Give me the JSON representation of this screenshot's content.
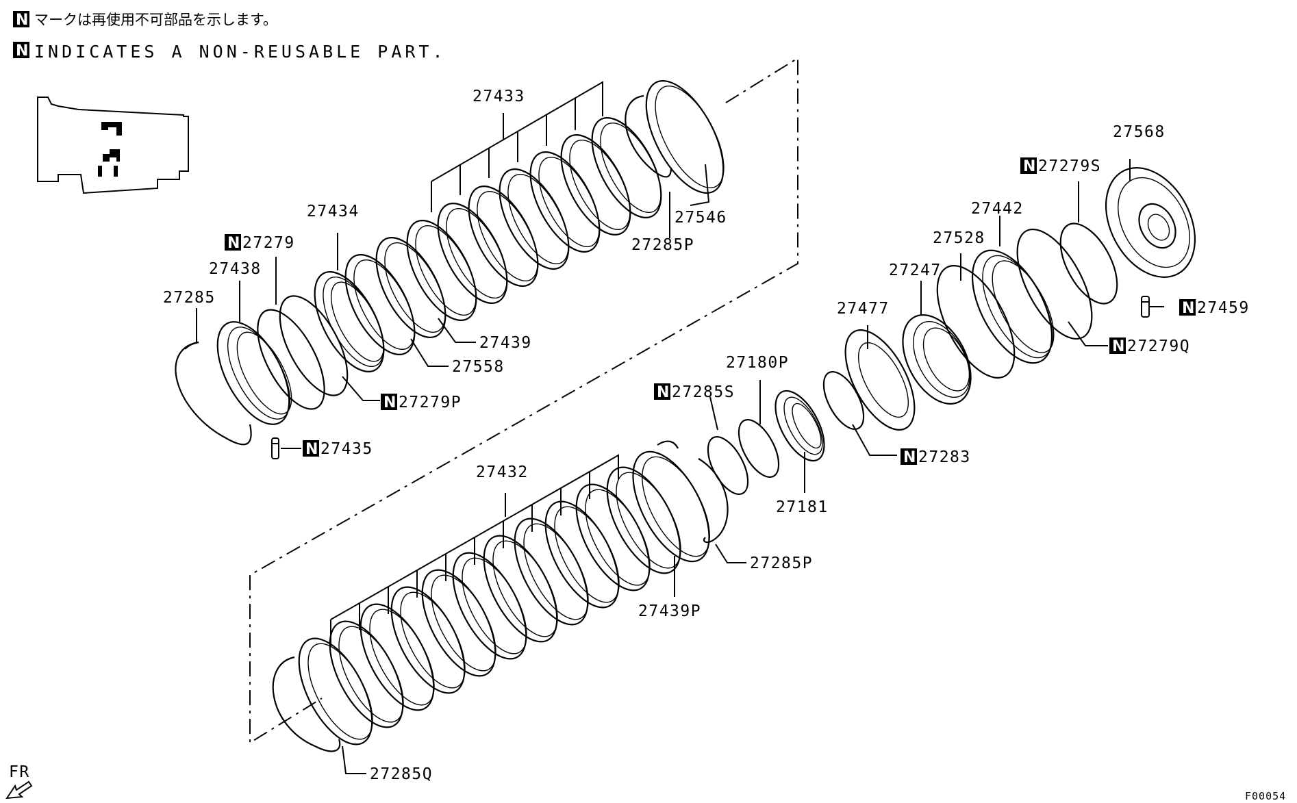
{
  "notes": {
    "n_symbol": "N",
    "japanese": "マークは再使用不可部品を示します。",
    "english": "INDICATES A NON-REUSABLE PART."
  },
  "figure_code": "F00054",
  "direction_label": "FR",
  "parts": {
    "p27433": {
      "number": "27433",
      "non_reusable": false
    },
    "p27546": {
      "number": "27546",
      "non_reusable": false
    },
    "p27285P_top": {
      "number": "27285P",
      "non_reusable": false
    },
    "p27434": {
      "number": "27434",
      "non_reusable": false
    },
    "p27279": {
      "number": "27279",
      "non_reusable": true
    },
    "p27438": {
      "number": "27438",
      "non_reusable": false
    },
    "p27285": {
      "number": "27285",
      "non_reusable": false
    },
    "p27439": {
      "number": "27439",
      "non_reusable": false
    },
    "p27558": {
      "number": "27558",
      "non_reusable": false
    },
    "p27279P": {
      "number": "27279P",
      "non_reusable": true
    },
    "p27435": {
      "number": "27435",
      "non_reusable": true
    },
    "p27568": {
      "number": "27568",
      "non_reusable": false
    },
    "p27279S": {
      "number": "27279S",
      "non_reusable": true
    },
    "p27442": {
      "number": "27442",
      "non_reusable": false
    },
    "p27528": {
      "number": "27528",
      "non_reusable": false
    },
    "p27247": {
      "number": "27247",
      "non_reusable": false
    },
    "p27477": {
      "number": "27477",
      "non_reusable": false
    },
    "p27459": {
      "number": "27459",
      "non_reusable": true
    },
    "p27279Q": {
      "number": "27279Q",
      "non_reusable": true
    },
    "p27180P": {
      "number": "27180P",
      "non_reusable": false
    },
    "p27285S": {
      "number": "27285S",
      "non_reusable": true
    },
    "p27283": {
      "number": "27283",
      "non_reusable": true
    },
    "p27181": {
      "number": "27181",
      "non_reusable": false
    },
    "p27432": {
      "number": "27432",
      "non_reusable": false
    },
    "p27285P_bottom": {
      "number": "27285P",
      "non_reusable": false
    },
    "p27439P": {
      "number": "27439P",
      "non_reusable": false
    },
    "p27285Q": {
      "number": "27285Q",
      "non_reusable": false
    }
  }
}
